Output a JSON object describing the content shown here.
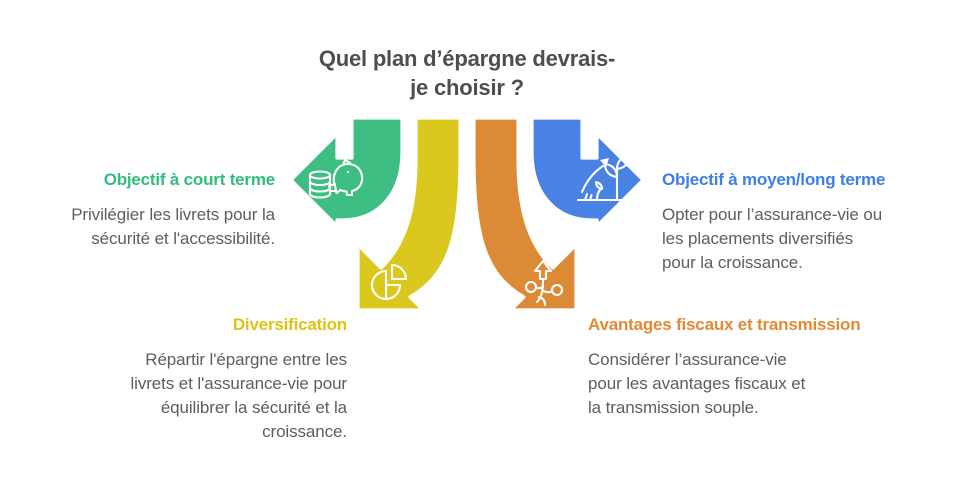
{
  "title": {
    "lines": [
      "Quel plan d’épargne devrais-",
      "je choisir ?"
    ]
  },
  "colors": {
    "green": "#3ebe83",
    "yellow": "#dbc81e",
    "orange": "#dd8a36",
    "blue": "#4a81e4",
    "green_label": "#33bb80",
    "yellow_label": "#ddc414",
    "orange_label": "#e28a34",
    "blue_label": "#3d7ee8",
    "title_text": "#4d4e50",
    "body_text": "#5d5e60",
    "icon_stroke": "#ffffff"
  },
  "sections": {
    "short_term": {
      "label": "Objectif à court terme",
      "body": [
        "Privilégier les livrets pour la",
        "sécurité et l'accessibilité."
      ],
      "icon": "piggy-bank"
    },
    "long_term": {
      "label": "Objectif à moyen/long terme",
      "body": [
        "Opter pour l’assurance-vie ou",
        "les placements diversifiés",
        "pour la croissance."
      ],
      "icon": "sprout-growth"
    },
    "diversification": {
      "label": "Diversification",
      "body": [
        "Répartir l'épargne entre les",
        "livrets et l'assurance-vie pour",
        "équilibrer la sécurité et la",
        "croissance."
      ],
      "icon": "pie-chart"
    },
    "fiscal": {
      "label": "Avantages fiscaux et transmission",
      "body": [
        "Considérer l’assurance-vie",
        "pour les avantages fiscaux et",
        "la transmission souple."
      ],
      "icon": "growth-branch"
    }
  }
}
